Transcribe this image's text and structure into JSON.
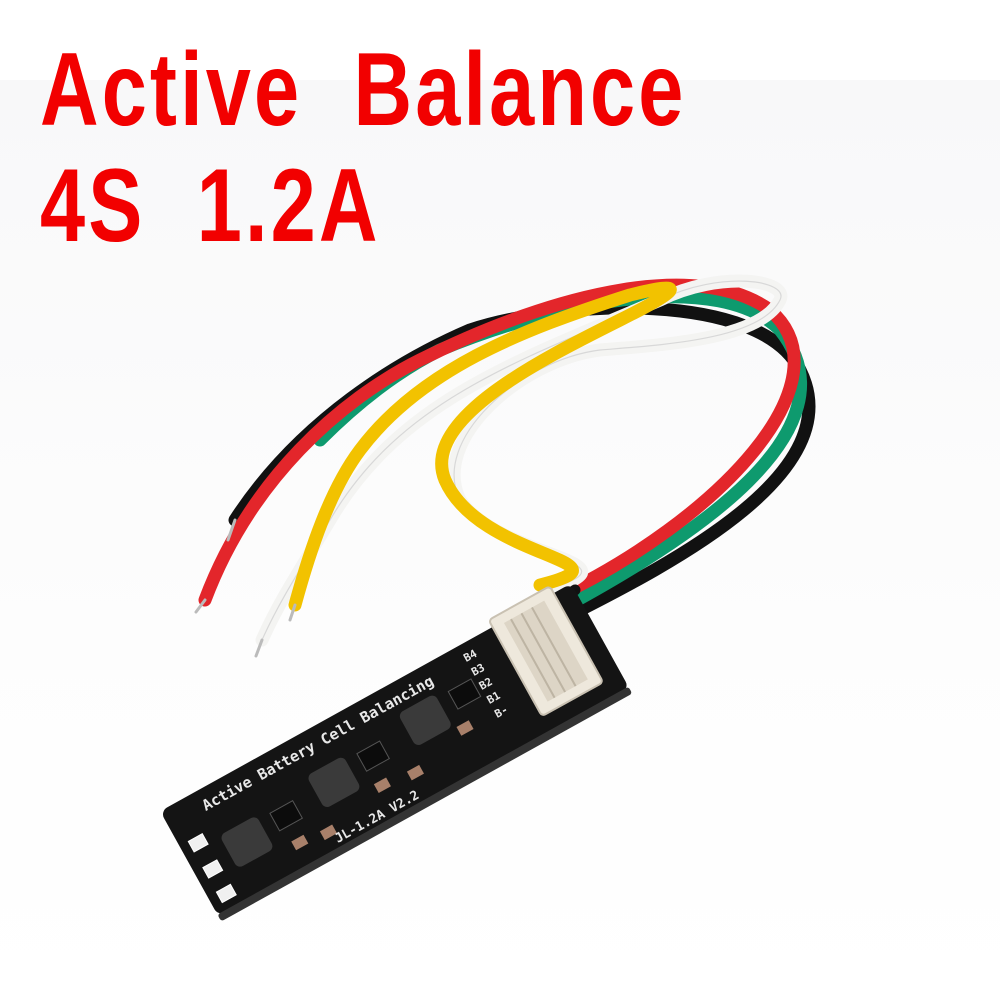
{
  "headline": {
    "line1": "Active  Balance",
    "line2": "4S  1.2A",
    "color": "#f20000"
  },
  "product": {
    "board": {
      "silkscreen_title": "Active Battery Cell Balancing",
      "pin_labels": [
        "B4",
        "B3",
        "B2",
        "B1",
        "B-"
      ],
      "version_text": "JL-1.2A V2.2",
      "pcb_color": "#121212"
    },
    "wires": {
      "colors": [
        "#111111",
        "#e3262b",
        "#f7f7f5",
        "#f2c200",
        "#0e9a6e"
      ],
      "names": [
        "black",
        "red",
        "white",
        "yellow",
        "green"
      ]
    }
  }
}
